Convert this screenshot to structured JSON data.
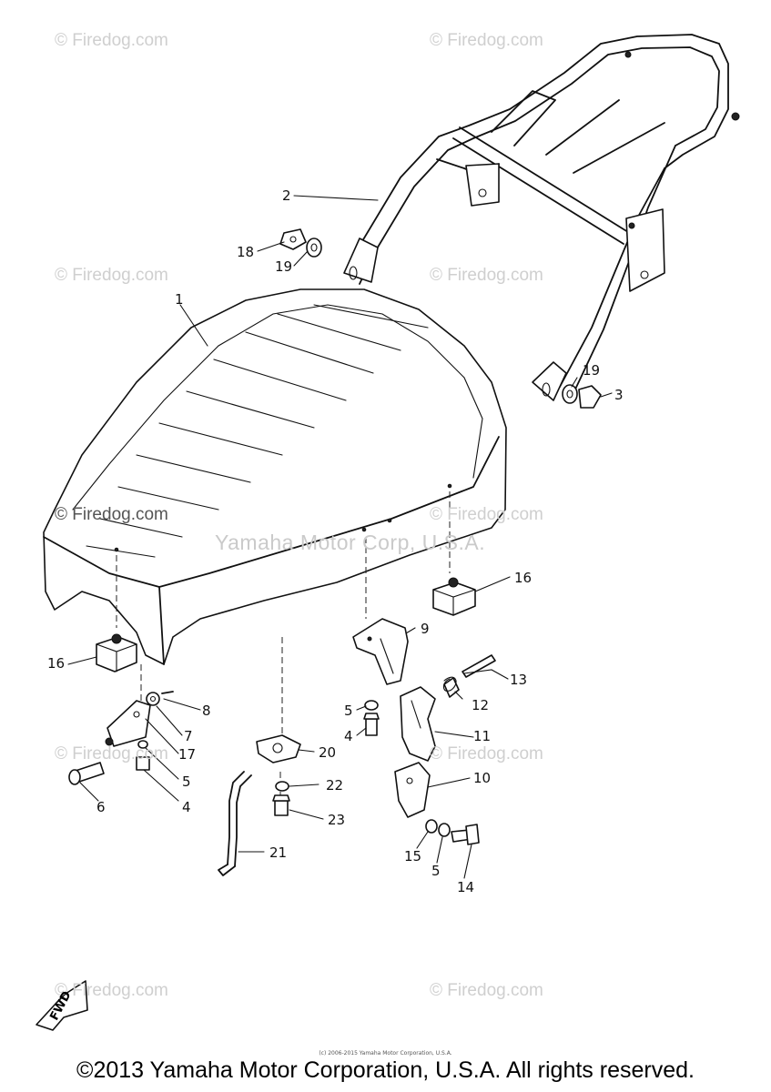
{
  "watermarks": {
    "site": "© Firedog.com",
    "corporation": "Yamaha Motor Corp, U.S.A."
  },
  "diagram": {
    "callouts": [
      "1",
      "2",
      "3",
      "4",
      "5",
      "6",
      "7",
      "8",
      "9",
      "10",
      "11",
      "12",
      "13",
      "14",
      "15",
      "16",
      "17",
      "18",
      "19",
      "20",
      "21",
      "22",
      "23"
    ],
    "fwd_label": "FWD"
  },
  "footer": {
    "small_copyright": "(c) 2006-2015 Yamaha Motor Corporation, U.S.A.",
    "copyright": "©2013 Yamaha Motor Corporation, U.S.A. All rights reserved."
  }
}
